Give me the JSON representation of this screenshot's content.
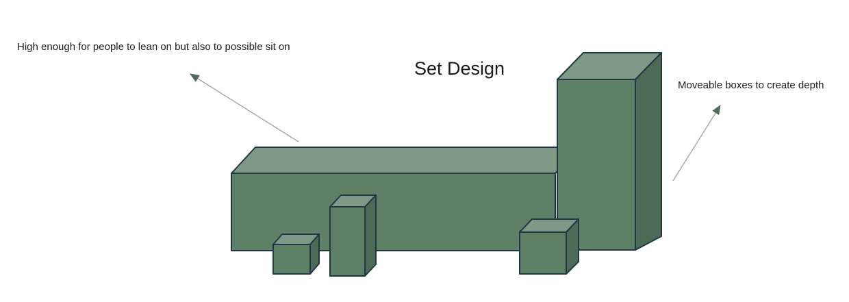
{
  "slide": {
    "title": "Set Design",
    "annotation_left": "High enough for people to lean on but also to possible sit on",
    "annotation_right": "Moveable boxes to create depth"
  },
  "diagram": {
    "boxes": [
      "bench-platform",
      "tall-column",
      "small-cube-left",
      "medium-box",
      "small-cube-right"
    ],
    "arrows": [
      "left-arrow",
      "right-arrow"
    ]
  },
  "colors": {
    "background": "#ffffff",
    "face_top": "#7e9a87",
    "face_front": "#5d8067",
    "face_side": "#4b6b57",
    "outline": "#1f3844",
    "arrow_line": "#9fa8a3",
    "arrow_head": "#4e6a58",
    "text": "#1a1a1a"
  }
}
